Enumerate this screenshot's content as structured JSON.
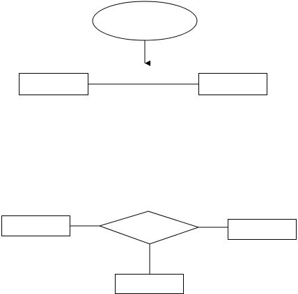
{
  "diagram": {
    "kind": "flow-diagram",
    "colors": {
      "stroke": "#000000",
      "fill": "#ffffff",
      "background": "#ffffff"
    },
    "nodes": [
      {
        "id": "top-ellipse",
        "shape": "ellipse",
        "text": ""
      },
      {
        "id": "upper-left-box",
        "shape": "rectangle",
        "text": ""
      },
      {
        "id": "upper-right-box",
        "shape": "rectangle",
        "text": ""
      },
      {
        "id": "decision-diamond",
        "shape": "diamond",
        "text": ""
      },
      {
        "id": "lower-left-box",
        "shape": "rectangle",
        "text": ""
      },
      {
        "id": "lower-right-box",
        "shape": "rectangle",
        "text": ""
      },
      {
        "id": "bottom-box",
        "shape": "rectangle",
        "text": ""
      }
    ],
    "edges": [
      {
        "id": "ellipse-down-arrow",
        "from": "top-ellipse",
        "to": "upper-link",
        "arrow": true
      },
      {
        "id": "upper-link",
        "from": "upper-left-box",
        "to": "upper-right-box",
        "arrow": false
      },
      {
        "id": "diamond-left-link",
        "from": "decision-diamond",
        "to": "lower-left-box",
        "arrow": false
      },
      {
        "id": "diamond-right-link",
        "from": "decision-diamond",
        "to": "lower-right-box",
        "arrow": false
      },
      {
        "id": "diamond-bottom-link",
        "from": "decision-diamond",
        "to": "bottom-box",
        "arrow": false
      }
    ]
  }
}
